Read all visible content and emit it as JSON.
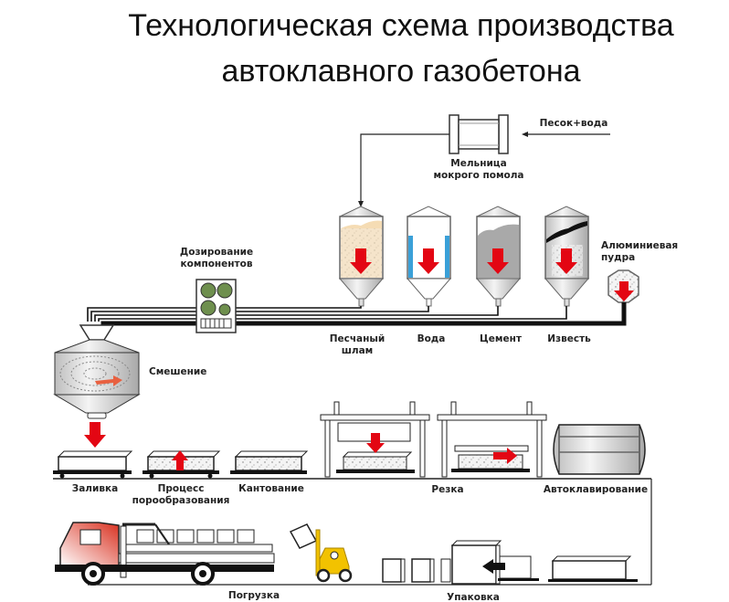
{
  "title": {
    "line1": "Технологическая схема производства",
    "line2": "автоклавного газобетона"
  },
  "colors": {
    "arrow": "#e30613",
    "water": "#3aa0d8",
    "sand": "#f5dcb4",
    "cement": "#a9a9a9",
    "doser_circle": "#6e8f4e",
    "forklift": "#f2c200",
    "truck_cab": "#d9301f",
    "line": "#111111"
  },
  "inputs": {
    "sand_water": "Песок+вода"
  },
  "mill": {
    "label_line1": "Мельница",
    "label_line2": "мокрого помола"
  },
  "silos": [
    {
      "id": "sand-slurry",
      "label_line1": "Песчаный",
      "label_line2": "шлам"
    },
    {
      "id": "water",
      "label_line1": "Вода",
      "label_line2": ""
    },
    {
      "id": "cement",
      "label_line1": "Цемент",
      "label_line2": ""
    },
    {
      "id": "lime",
      "label_line1": "Известь",
      "label_line2": ""
    }
  ],
  "aluminum": {
    "label_line1": "Алюминиевая",
    "label_line2": "пудра"
  },
  "dosing": {
    "label_line1": "Дозирование",
    "label_line2": "компонентов"
  },
  "mixing": {
    "label": "Смешение"
  },
  "stages": {
    "pouring": "Заливка",
    "foaming_line1": "Процесс",
    "foaming_line2": "порообразования",
    "tilting": "Кантование",
    "cutting": "Резка",
    "autoclaving": "Автоклавирование",
    "loading": "Погрузка",
    "packing": "Упаковка"
  }
}
